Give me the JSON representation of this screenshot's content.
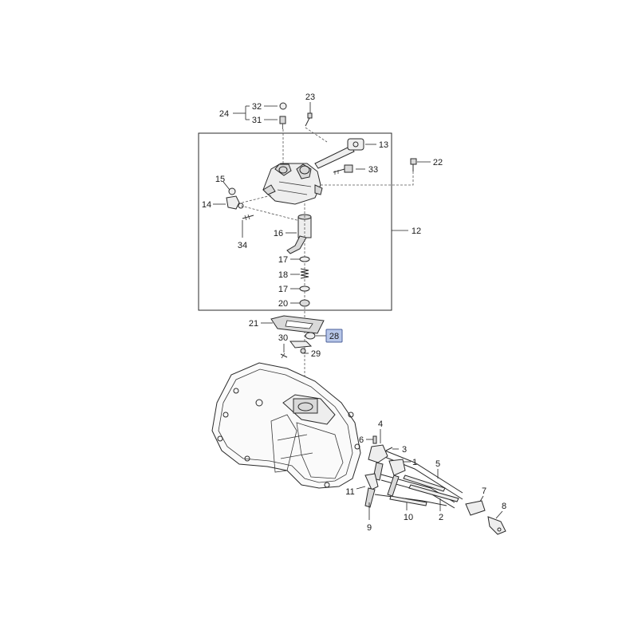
{
  "diagram": {
    "highlight_color": "#b7c6e8",
    "highlighted_part": "28",
    "callouts": {
      "c1": "1",
      "c2": "2",
      "c3": "3",
      "c4": "4",
      "c5": "5",
      "c6": "6",
      "c7": "7",
      "c8": "8",
      "c9": "9",
      "c10": "10",
      "c11": "11",
      "c12": "12",
      "c13": "13",
      "c14": "14",
      "c15": "15",
      "c16": "16",
      "c17a": "17",
      "c17b": "17",
      "c18": "18",
      "c20": "20",
      "c21": "21",
      "c22": "22",
      "c23": "23",
      "c24": "24",
      "c28": "28",
      "c29": "29",
      "c30": "30",
      "c31": "31",
      "c32": "32",
      "c33": "33",
      "c34": "34"
    }
  }
}
